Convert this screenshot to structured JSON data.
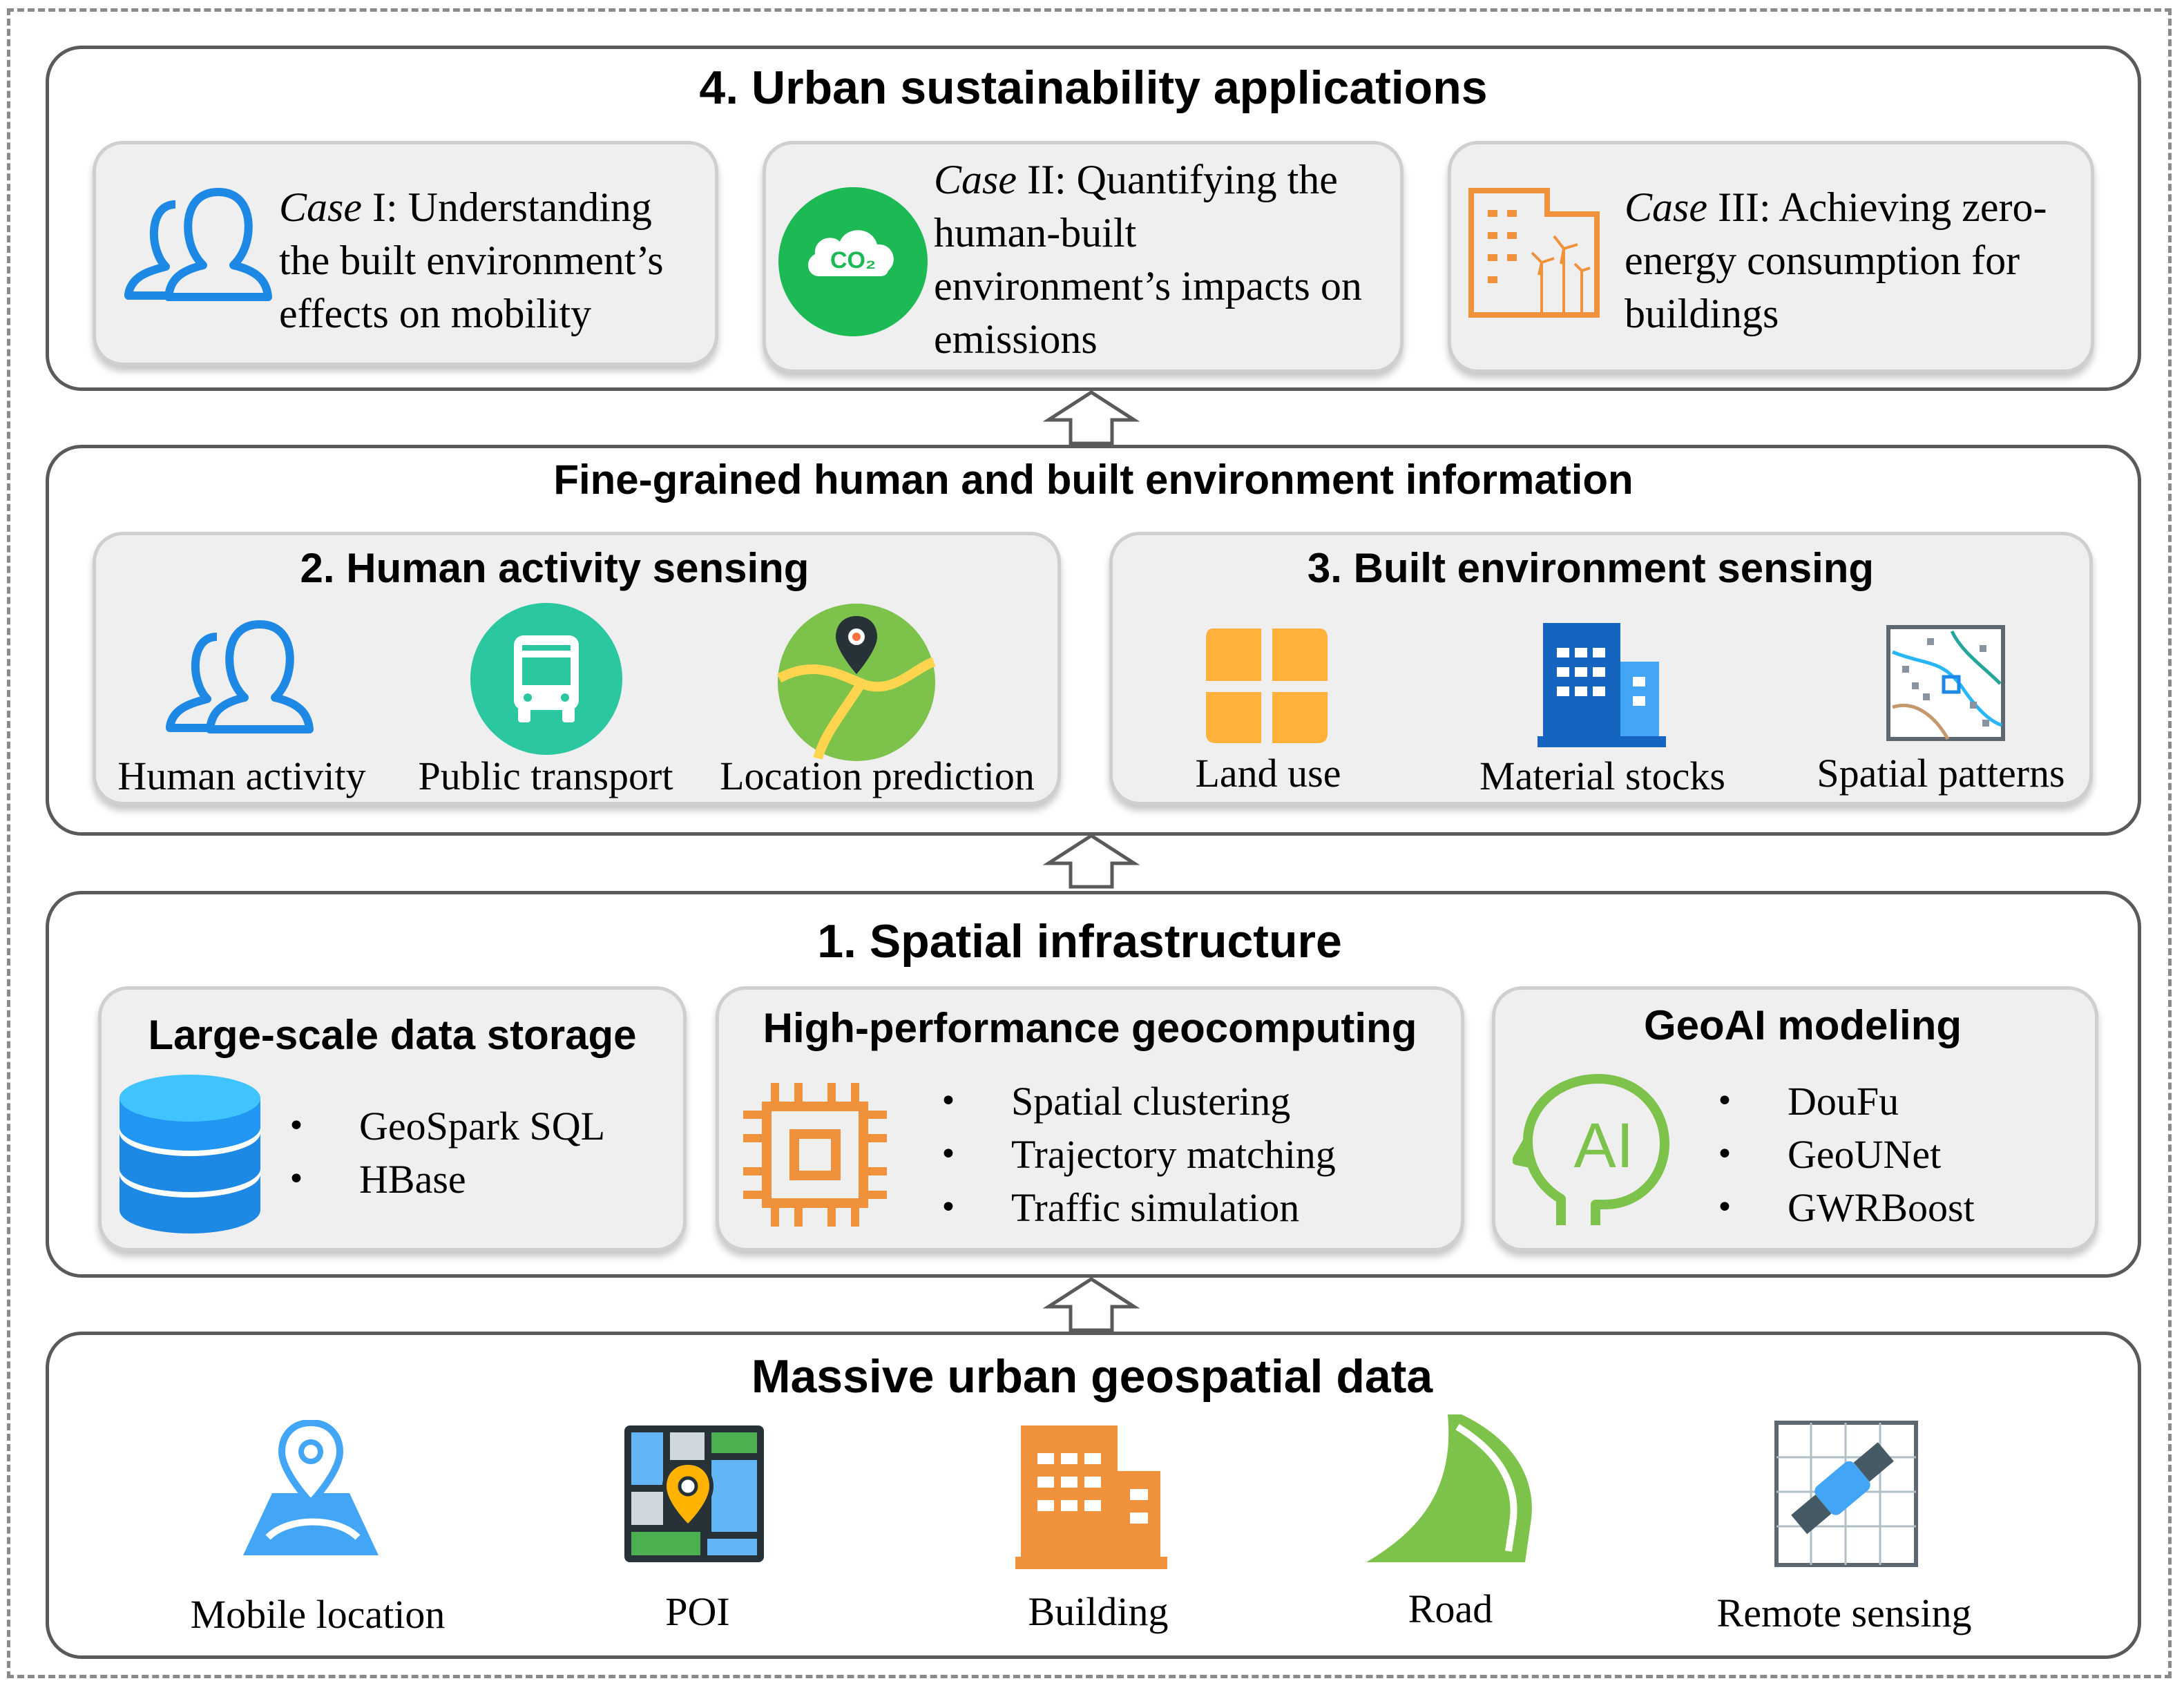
{
  "layer4": {
    "title": "4. Urban sustainability applications",
    "cases": [
      {
        "italic": "Case",
        "lines": [
          " I: Understanding",
          "the built environment’s",
          "effects on mobility"
        ]
      },
      {
        "italic": "Case",
        "lines": [
          " II: Quantifying the",
          "human-built",
          "environment’s impacts on",
          "emissions"
        ],
        "icon_text": "CO₂"
      },
      {
        "italic": "Case",
        "lines": [
          " III: Achieving zero-",
          "energy consumption for",
          "buildings"
        ]
      }
    ]
  },
  "layer23": {
    "title": "Fine-grained human and built environment information",
    "human": {
      "title": "2. Human activity sensing",
      "items": [
        "Human activity",
        "Public transport",
        "Location prediction"
      ]
    },
    "built": {
      "title": "3. Built environment sensing",
      "items": [
        "Land use",
        "Material stocks",
        "Spatial patterns"
      ]
    }
  },
  "layer1": {
    "title": "1. Spatial infrastructure",
    "storage": {
      "title": "Large-scale data storage",
      "items": [
        "GeoSpark SQL",
        "HBase"
      ]
    },
    "geocomputing": {
      "title": "High-performance geocomputing",
      "items": [
        "Spatial clustering",
        "Trajectory matching",
        "Traffic simulation"
      ]
    },
    "geoai": {
      "title": "GeoAI modeling",
      "items": [
        "DouFu",
        "GeoUNet",
        "GWRBoost"
      ],
      "icon_text": "AI"
    }
  },
  "layer0": {
    "title": "Massive urban geospatial data",
    "items": [
      "Mobile location",
      "POI",
      "Building",
      "Road",
      "Remote sensing"
    ]
  },
  "colors": {
    "blue": "#1e88e5",
    "green": "#1db954",
    "orange": "#f0923b",
    "teal": "#2bc7a0",
    "yellow": "#ffb13b",
    "navy": "#1565c0",
    "light_green": "#7cc24b"
  },
  "bullet_char": "•"
}
